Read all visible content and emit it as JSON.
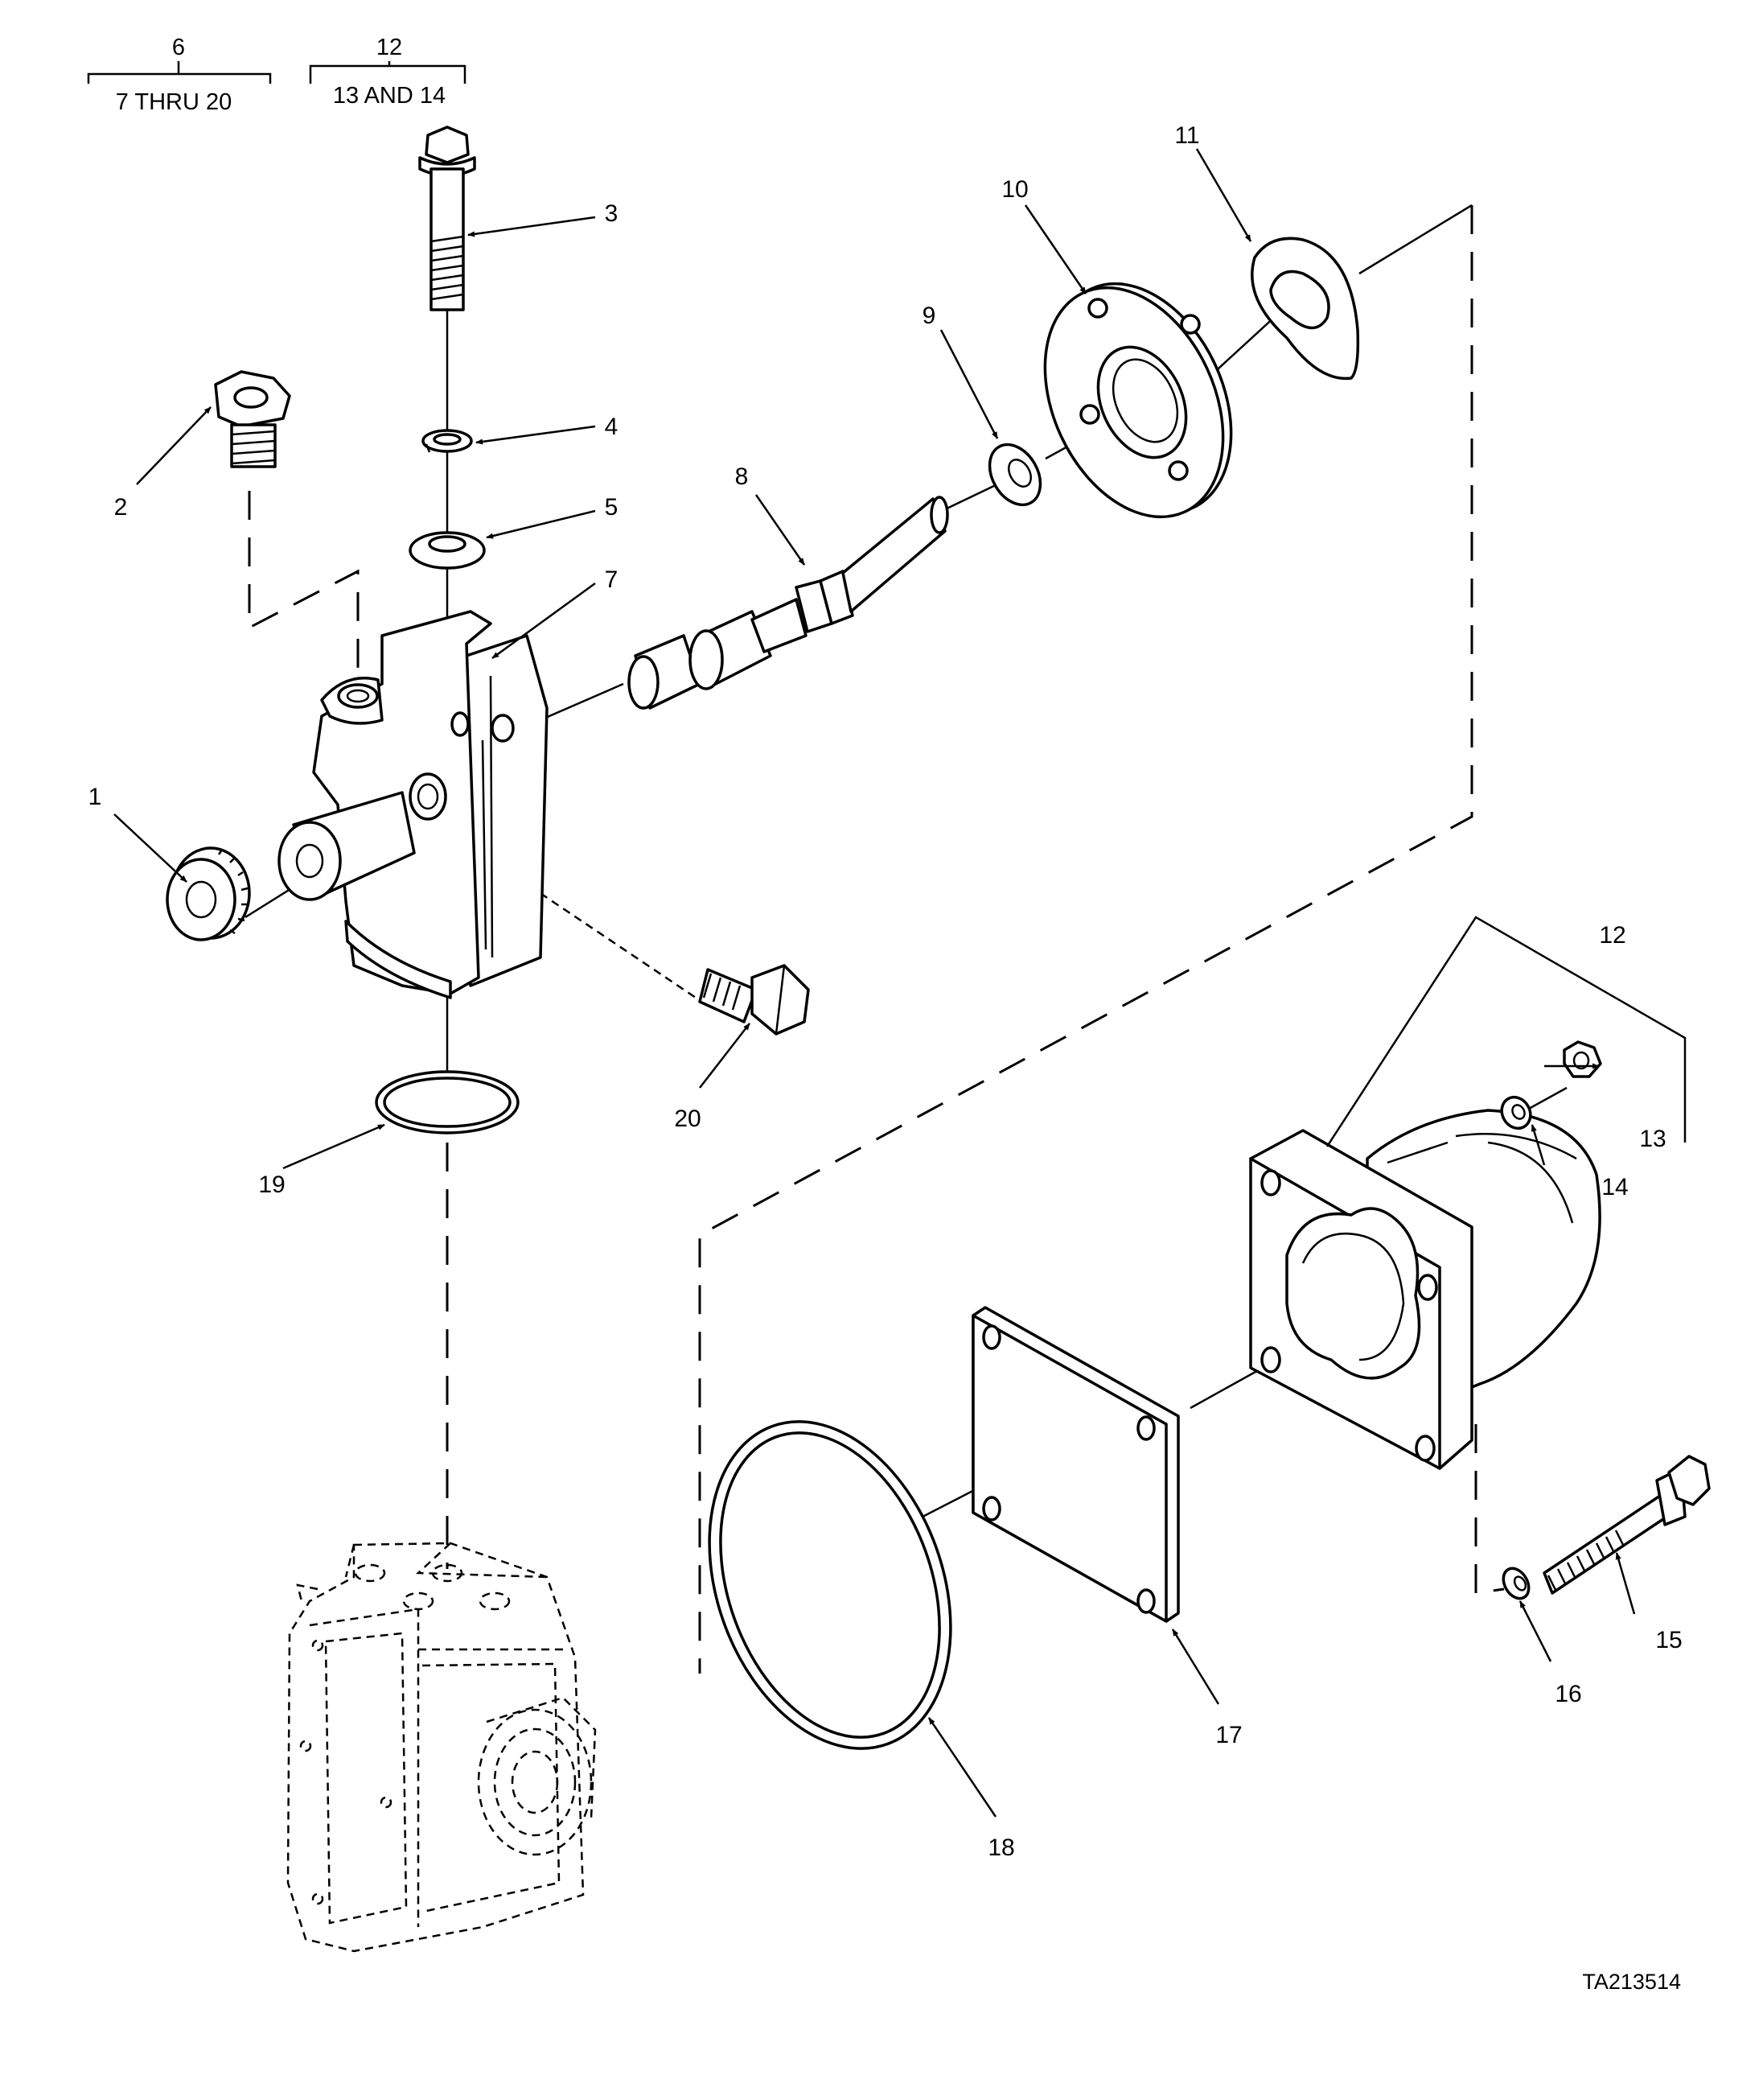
{
  "brackets": {
    "b6": {
      "top": "6",
      "bottom": "7 THRU 20"
    },
    "b12": {
      "top": "12",
      "bottom": "13 AND 14"
    }
  },
  "callouts": [
    "1",
    "2",
    "3",
    "4",
    "5",
    "7",
    "8",
    "9",
    "10",
    "11",
    "12",
    "13",
    "14",
    "15",
    "16",
    "17",
    "18",
    "19",
    "20"
  ],
  "figure_code": "TA213514"
}
